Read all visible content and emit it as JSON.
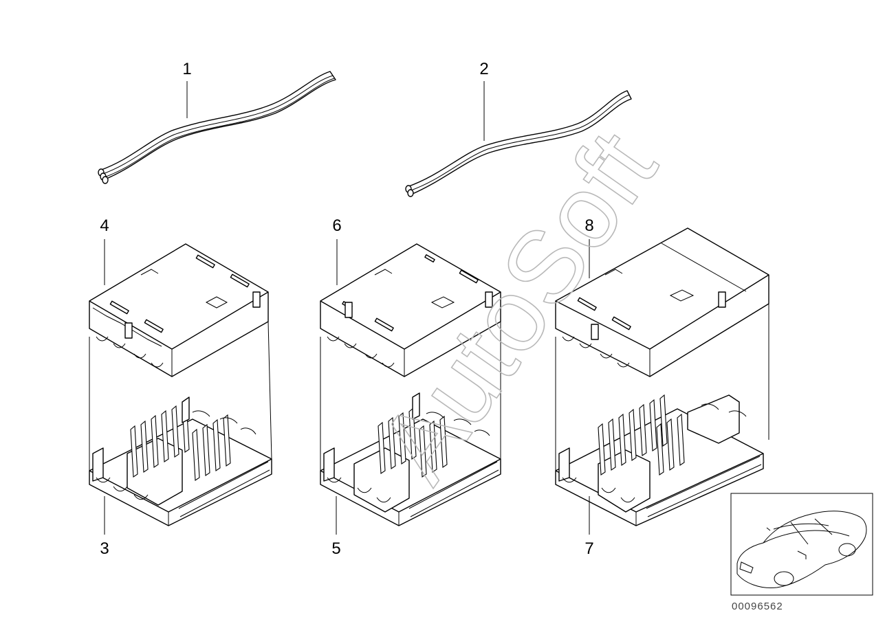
{
  "diagram": {
    "callouts": [
      "1",
      "2",
      "3",
      "4",
      "5",
      "6",
      "7",
      "8"
    ],
    "reference_code": "00096562",
    "watermark": "AutoSoft"
  },
  "icons": {
    "cable_triple": "ribbon-cable-3-wire",
    "cable_double": "ribbon-cable-2-wire",
    "connector_cover": "connector-housing-cover",
    "connector_base": "connector-pin-carrier",
    "thumbnail": "car-location-thumbnail"
  },
  "colors": {
    "line": "#000000",
    "background": "#ffffff",
    "watermark": "#b8b8b8"
  }
}
